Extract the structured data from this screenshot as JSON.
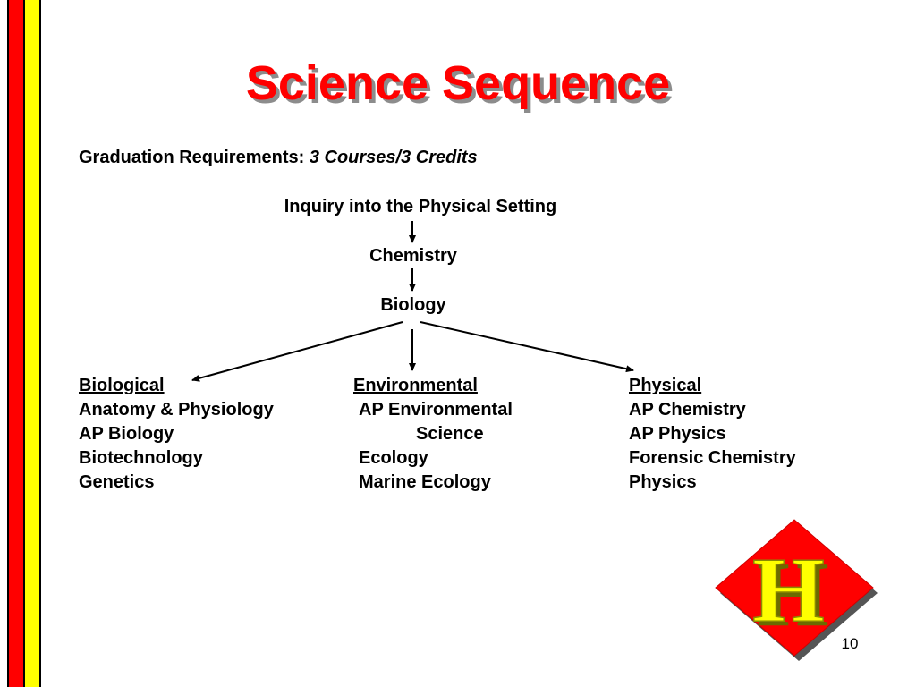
{
  "title": "Science Sequence",
  "graduation": {
    "label": "Graduation Requirements:",
    "value": "3 Courses/3 Credits"
  },
  "sequence": [
    "Inquiry into the Physical Setting",
    "Chemistry",
    "Biology"
  ],
  "columns": {
    "biological": {
      "heading": "Biological",
      "items": [
        "Anatomy & Physiology",
        "AP Biology",
        "Biotechnology",
        "Genetics"
      ]
    },
    "environmental": {
      "heading": "Environmental",
      "items": [
        "AP Environmental",
        "Science",
        "Ecology",
        "Marine Ecology"
      ]
    },
    "physical": {
      "heading": "Physical",
      "items": [
        "AP Chemistry",
        "AP Physics",
        "Forensic Chemistry",
        "Physics"
      ]
    }
  },
  "logo": {
    "letter": "H",
    "colors": {
      "diamond": "#ff0000",
      "letter": "#ffff00"
    }
  },
  "page_number": "10",
  "colors": {
    "title": "#ff0000",
    "stripe_red": "#ff0000",
    "stripe_yellow": "#ffff00"
  }
}
